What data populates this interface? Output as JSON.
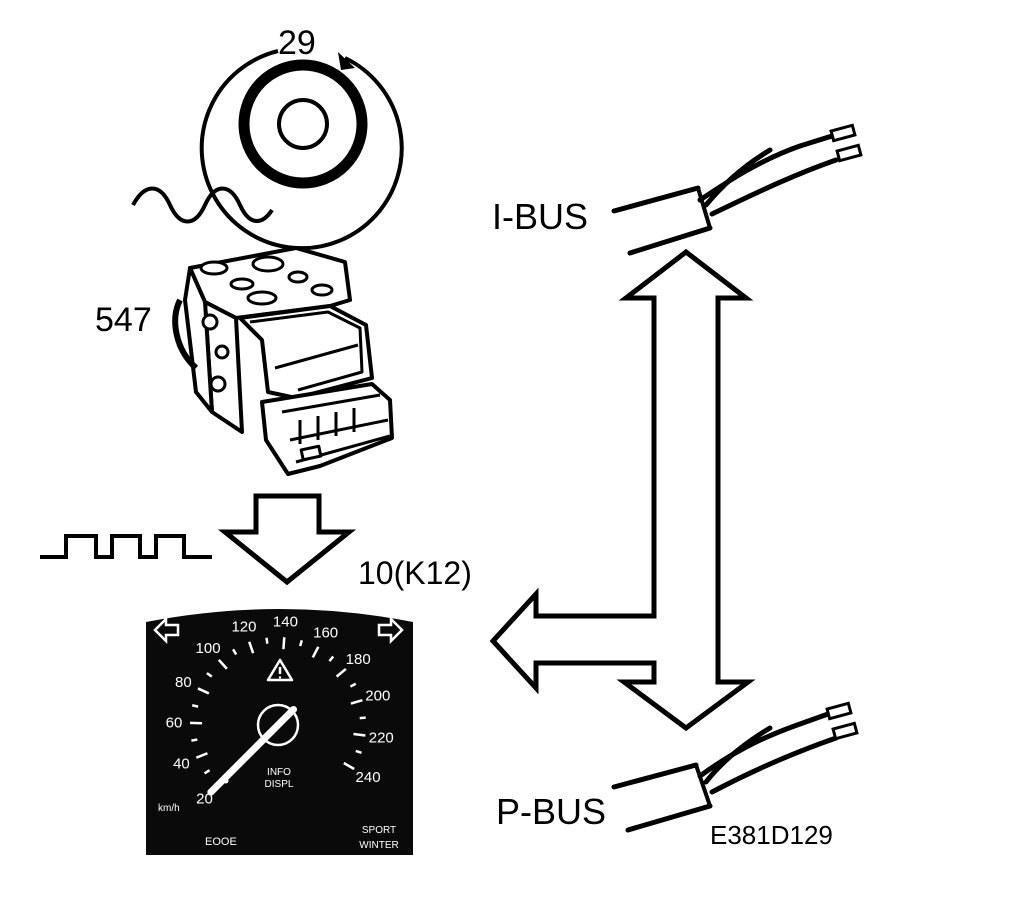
{
  "labels": {
    "wheel_sensor": "29",
    "abs_unit": "547",
    "instrument": "10(K12)",
    "ibus": "I-BUS",
    "pbus": "P-BUS",
    "figure_code": "E381D129"
  },
  "speedometer": {
    "ticks": [
      "20",
      "40",
      "60",
      "80",
      "100",
      "120",
      "140",
      "160",
      "180",
      "200",
      "220",
      "240"
    ],
    "unit": "km/h",
    "info_line1": "INFO",
    "info_line2": "DISPL",
    "mode_line1": "SPORT",
    "mode_line2": "WINTER",
    "odometer": "EOOE",
    "needle_speed": 20
  },
  "colors": {
    "ink": "#000000",
    "paper": "#ffffff",
    "dial": "#0a0a0a"
  },
  "icons": [
    "left-turn-arrow-icon",
    "right-turn-arrow-icon",
    "warning-triangle-icon"
  ]
}
